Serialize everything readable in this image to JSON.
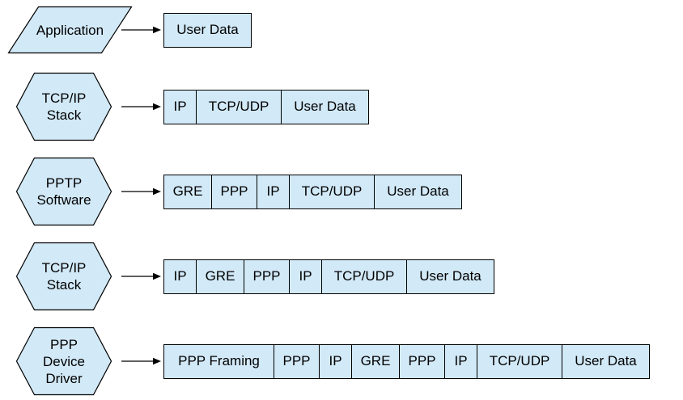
{
  "diagram": {
    "colors": {
      "shape_fill": "#d2e9f7",
      "shape_border": "#000000",
      "arrow": "#000000",
      "text": "#000000",
      "background": "#ffffff"
    },
    "rows": [
      {
        "shape": "parallelogram",
        "stage": "Application",
        "stage_lines": [
          "Application"
        ],
        "segments": [
          "User Data"
        ]
      },
      {
        "shape": "hexagon",
        "stage": "TCP/IP Stack",
        "stage_lines": [
          "TCP/IP",
          "Stack"
        ],
        "segments": [
          "IP",
          "TCP/UDP",
          "User Data"
        ]
      },
      {
        "shape": "hexagon",
        "stage": "PPTP Software",
        "stage_lines": [
          "PPTP",
          "Software"
        ],
        "segments": [
          "GRE",
          "PPP",
          "IP",
          "TCP/UDP",
          "User Data"
        ]
      },
      {
        "shape": "hexagon",
        "stage": "TCP/IP Stack",
        "stage_lines": [
          "TCP/IP",
          "Stack"
        ],
        "segments": [
          "IP",
          "GRE",
          "PPP",
          "IP",
          "TCP/UDP",
          "User Data"
        ]
      },
      {
        "shape": "hexagon",
        "stage": "PPP Device Driver",
        "stage_lines": [
          "PPP",
          "Device",
          "Driver"
        ],
        "segments": [
          "PPP Framing",
          "PPP",
          "IP",
          "GRE",
          "PPP",
          "IP",
          "TCP/UDP",
          "User Data"
        ]
      }
    ]
  }
}
